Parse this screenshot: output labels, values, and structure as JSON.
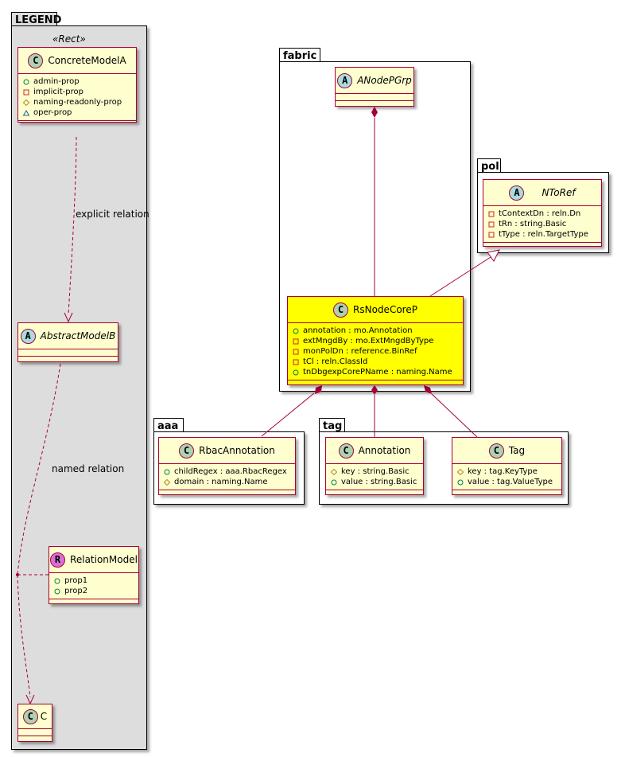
{
  "colors": {
    "class_bg": "#FEFECE",
    "class_border": "#A80036",
    "highlight_bg": "#FFFF00",
    "legend_bg": "#DDDDDD",
    "badge_class": "#ADD1B2",
    "badge_abstract": "#A9DCDF",
    "badge_relation": "#DA70D6"
  },
  "legend": {
    "package_label": "LEGEND",
    "stereotype": "«Rect»",
    "concrete_model": {
      "badge": "C",
      "name": "ConcreteModelA",
      "attributes": [
        {
          "visibility": "public",
          "text": "admin-prop"
        },
        {
          "visibility": "private",
          "text": "implicit-prop"
        },
        {
          "visibility": "protected",
          "text": "naming-readonly-prop"
        },
        {
          "visibility": "package",
          "text": "oper-prop"
        }
      ]
    },
    "explicit_relation_label": "explicit relation",
    "abstract_model": {
      "badge": "A",
      "name": "AbstractModelB"
    },
    "named_relation_label": "named relation",
    "relation_model": {
      "badge": "R",
      "name": "RelationModel",
      "attributes": [
        {
          "visibility": "public",
          "text": "prop1"
        },
        {
          "visibility": "public",
          "text": "prop2"
        }
      ]
    },
    "c_model": {
      "badge": "C",
      "name": "C"
    }
  },
  "fabric": {
    "package_label": "fabric",
    "anodepgrp": {
      "badge": "A",
      "name": "ANodePGrp"
    },
    "rsnodecorep": {
      "badge": "C",
      "name": "RsNodeCoreP",
      "attributes": [
        {
          "visibility": "public",
          "text": "annotation : mo.Annotation"
        },
        {
          "visibility": "private",
          "text": "extMngdBy : mo.ExtMngdByType"
        },
        {
          "visibility": "private",
          "text": "monPolDn : reference.BinRef"
        },
        {
          "visibility": "private",
          "text": "tCl : reln.ClassId"
        },
        {
          "visibility": "public",
          "text": "tnDbgexpCorePName : naming.Name"
        }
      ]
    }
  },
  "pol": {
    "package_label": "pol",
    "ntoref": {
      "badge": "A",
      "name": "NToRef",
      "attributes": [
        {
          "visibility": "private",
          "text": "tContextDn : reln.Dn"
        },
        {
          "visibility": "private",
          "text": "tRn : string.Basic"
        },
        {
          "visibility": "private",
          "text": "tType : reln.TargetType"
        }
      ]
    }
  },
  "aaa": {
    "package_label": "aaa",
    "rbacannotation": {
      "badge": "C",
      "name": "RbacAnnotation",
      "attributes": [
        {
          "visibility": "public",
          "text": "childRegex : aaa.RbacRegex"
        },
        {
          "visibility": "protected",
          "text": "domain : naming.Name"
        }
      ]
    }
  },
  "tag": {
    "package_label": "tag",
    "annotation": {
      "badge": "C",
      "name": "Annotation",
      "attributes": [
        {
          "visibility": "protected",
          "text": "key : string.Basic"
        },
        {
          "visibility": "public",
          "text": "value : string.Basic"
        }
      ]
    },
    "tagclass": {
      "badge": "C",
      "name": "Tag",
      "attributes": [
        {
          "visibility": "protected",
          "text": "key : tag.KeyType"
        },
        {
          "visibility": "public",
          "text": "value : tag.ValueType"
        }
      ]
    }
  }
}
